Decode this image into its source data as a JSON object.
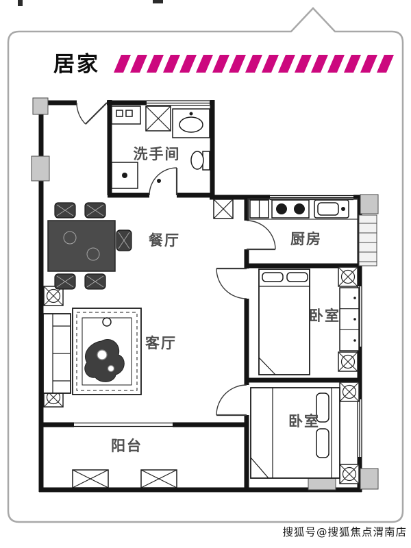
{
  "bubble": {
    "title": "居家"
  },
  "rooms": {
    "bathroom": "洗手间",
    "dining": "餐厅",
    "kitchen": "厨房",
    "bedroom_right": "卧室",
    "living": "客厅",
    "bedroom_bottom": "卧室",
    "balcony": "阳台"
  },
  "watermark": "搜狐号@搜狐焦点渭南店",
  "colors": {
    "stripe_accent": "#cc087e",
    "wall": "#141414",
    "bubble_border": "#a8a8a8",
    "pillar_fill": "#c8c8c8",
    "label_text": "#4f4f4f",
    "furniture_dark": "#3f3f3f"
  }
}
